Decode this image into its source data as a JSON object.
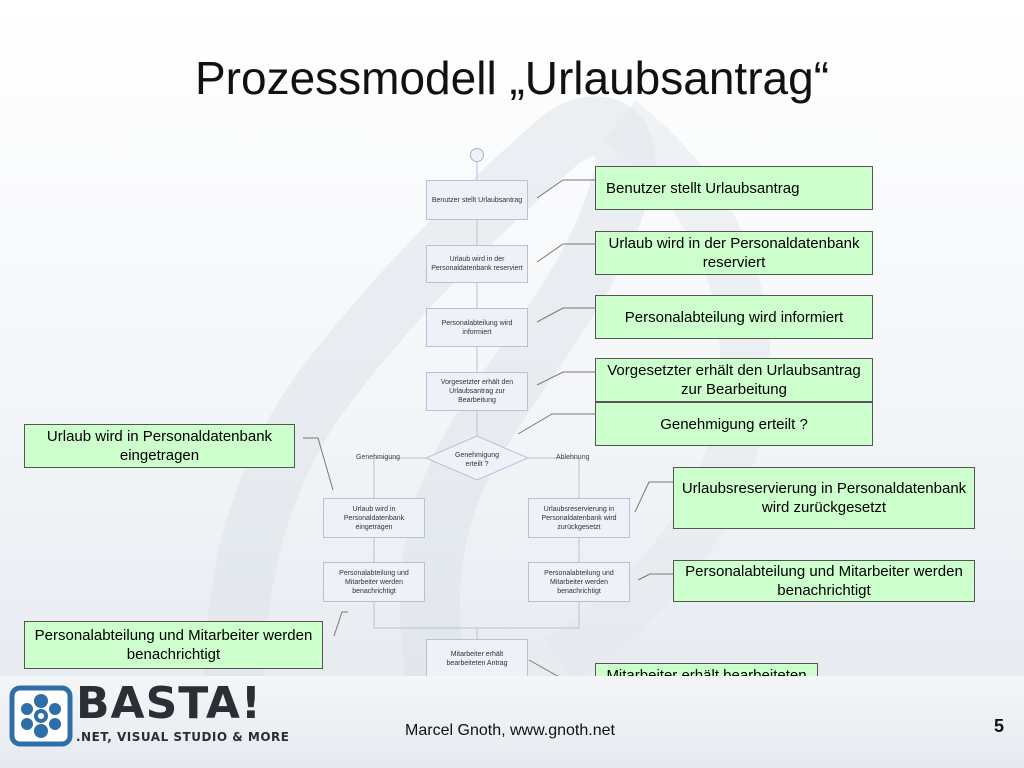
{
  "title": "Prozessmodell „Urlaubsantrag“",
  "nodes": {
    "n1": "Benutzer stellt Urlaubsantrag",
    "n2": "Urlaub wird in der Personaldatenbank reserviert",
    "n3": "Personalabteilung wird informiert",
    "n4": "Vorgesetzter erhält den Urlaubsantrag zur Bearbeitung",
    "decision": "Genehmigung erteilt ?",
    "left1": "Urlaub wird in Personaldatenbank eingetragen",
    "right1": "Urlaubsreservierung in Personaldatenbank wird zurückgesetzt",
    "left2": "Personalabteilung und Mitarbeiter werden benachrichtigt",
    "right2": "Personalabteilung und Mitarbeiter werden benachrichtigt",
    "final": "Mitarbeiter erhält bearbeiteten Antrag"
  },
  "branches": {
    "left": "Genehmigung",
    "right": "Ablehnung"
  },
  "callouts": {
    "c1": "Benutzer stellt Urlaubsantrag",
    "c2": "Urlaub wird in der Personaldatenbank reserviert",
    "c3": "Personalabteilung wird informiert",
    "c4": "Vorgesetzter erhält den Urlaubsantrag zur Bearbeitung",
    "c5": "Genehmigung erteilt ?",
    "c6": "Urlaub wird in Personaldatenbank eingetragen",
    "c7": "Urlaubsreservierung in Personaldatenbank wird zurückgesetzt",
    "c8": "Personalabteilung und Mitarbeiter werden benachrichtigt",
    "c9": "Personalabteilung und Mitarbeiter werden benachrichtigt",
    "c10": "Mitarbeiter erhält bearbeiteten Antrag"
  },
  "footer": {
    "logo_word": "BASTA!",
    "logo_sub": ".NET, VISUAL STUDIO & MORE",
    "author": "Marcel Gnoth, www.gnoth.net",
    "page": "5"
  },
  "colors": {
    "callout_bg": "#ccffcc",
    "node_bg": "#eef1f8",
    "logo_blue": "#2f6fa8"
  }
}
